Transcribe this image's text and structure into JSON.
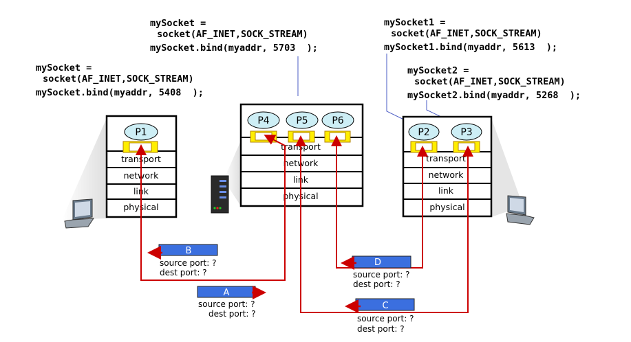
{
  "code": {
    "server": [
      "mySocket =",
      " socket(AF_INET,SOCK_STREAM)",
      "mySocket.bind(myaddr, 5703  );"
    ],
    "left": [
      "mySocket =",
      " socket(AF_INET,SOCK_STREAM)",
      "mySocket.bind(myaddr, 5408  );"
    ],
    "right1": [
      "mySocket1 =",
      " socket(AF_INET,SOCK_STREAM)",
      "mySocket1.bind(myaddr, 5613  );"
    ],
    "right2": [
      "mySocket2 =",
      " socket(AF_INET,SOCK_STREAM)",
      "mySocket2.bind(myaddr, 5268  );"
    ]
  },
  "layers": [
    "transport",
    "network",
    "link",
    "physical"
  ],
  "processes": {
    "left": [
      "P1"
    ],
    "server": [
      "P4",
      "P5",
      "P6"
    ],
    "right": [
      "P2",
      "P3"
    ]
  },
  "packets": {
    "B": {
      "label": "B",
      "src": "source port: ?",
      "dst": "dest port: ?"
    },
    "A": {
      "label": "A",
      "src": "source port: ?",
      "dst": "dest port: ?"
    },
    "D": {
      "label": "D",
      "src": "source port: ?",
      "dst": "dest port: ?"
    },
    "C": {
      "label": "C",
      "src": "source port: ?",
      "dst": "dest port: ?"
    }
  },
  "icons": [
    "laptop-icon",
    "server-icon",
    "laptop-icon"
  ],
  "colors": {
    "packet": "#3b6fdf",
    "path": "#cc0000",
    "process": "#cdeef5",
    "socket": "#ffee00",
    "pointer": "#4a5bc4"
  }
}
